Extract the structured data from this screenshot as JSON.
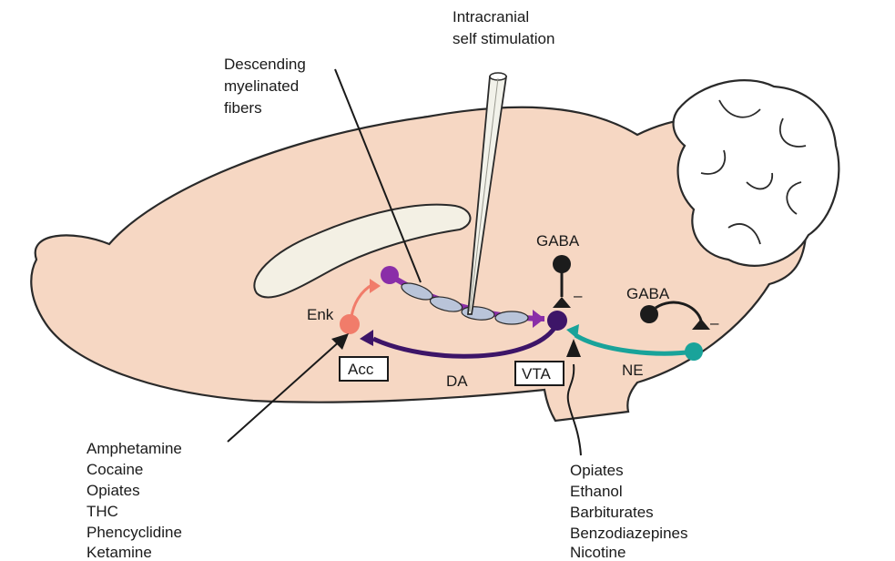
{
  "labels": {
    "icss_line1": "Intracranial",
    "icss_line2": "self stimulation",
    "desc_line1": "Descending",
    "desc_line2": "myelinated",
    "desc_line3": "fibers",
    "gaba_vta": "GABA",
    "gaba_ne": "GABA",
    "minus_vta": "–",
    "minus_ne": "–",
    "enk": "Enk",
    "acc": "Acc",
    "vta": "VTA",
    "da": "DA",
    "ne": "NE"
  },
  "drugs_acc": [
    "Amphetamine",
    "Cocaine",
    "Opiates",
    "THC",
    "Phencyclidine",
    "Ketamine"
  ],
  "drugs_vta": [
    "Opiates",
    "Ethanol",
    "Barbiturates",
    "Benzodiazepines",
    "Nicotine"
  ],
  "colors": {
    "brain_fill": "#f6d7c3",
    "ventricle_fill": "#f3f0e4",
    "myelinated_purple": "#8a2ea8",
    "myelin_sheath": "#b9c4d9",
    "da_pathway": "#3d1568",
    "enk_neuron": "#f17c6a",
    "ne_pathway": "#19a39a",
    "gaba_neuron": "#1c1c1c"
  }
}
